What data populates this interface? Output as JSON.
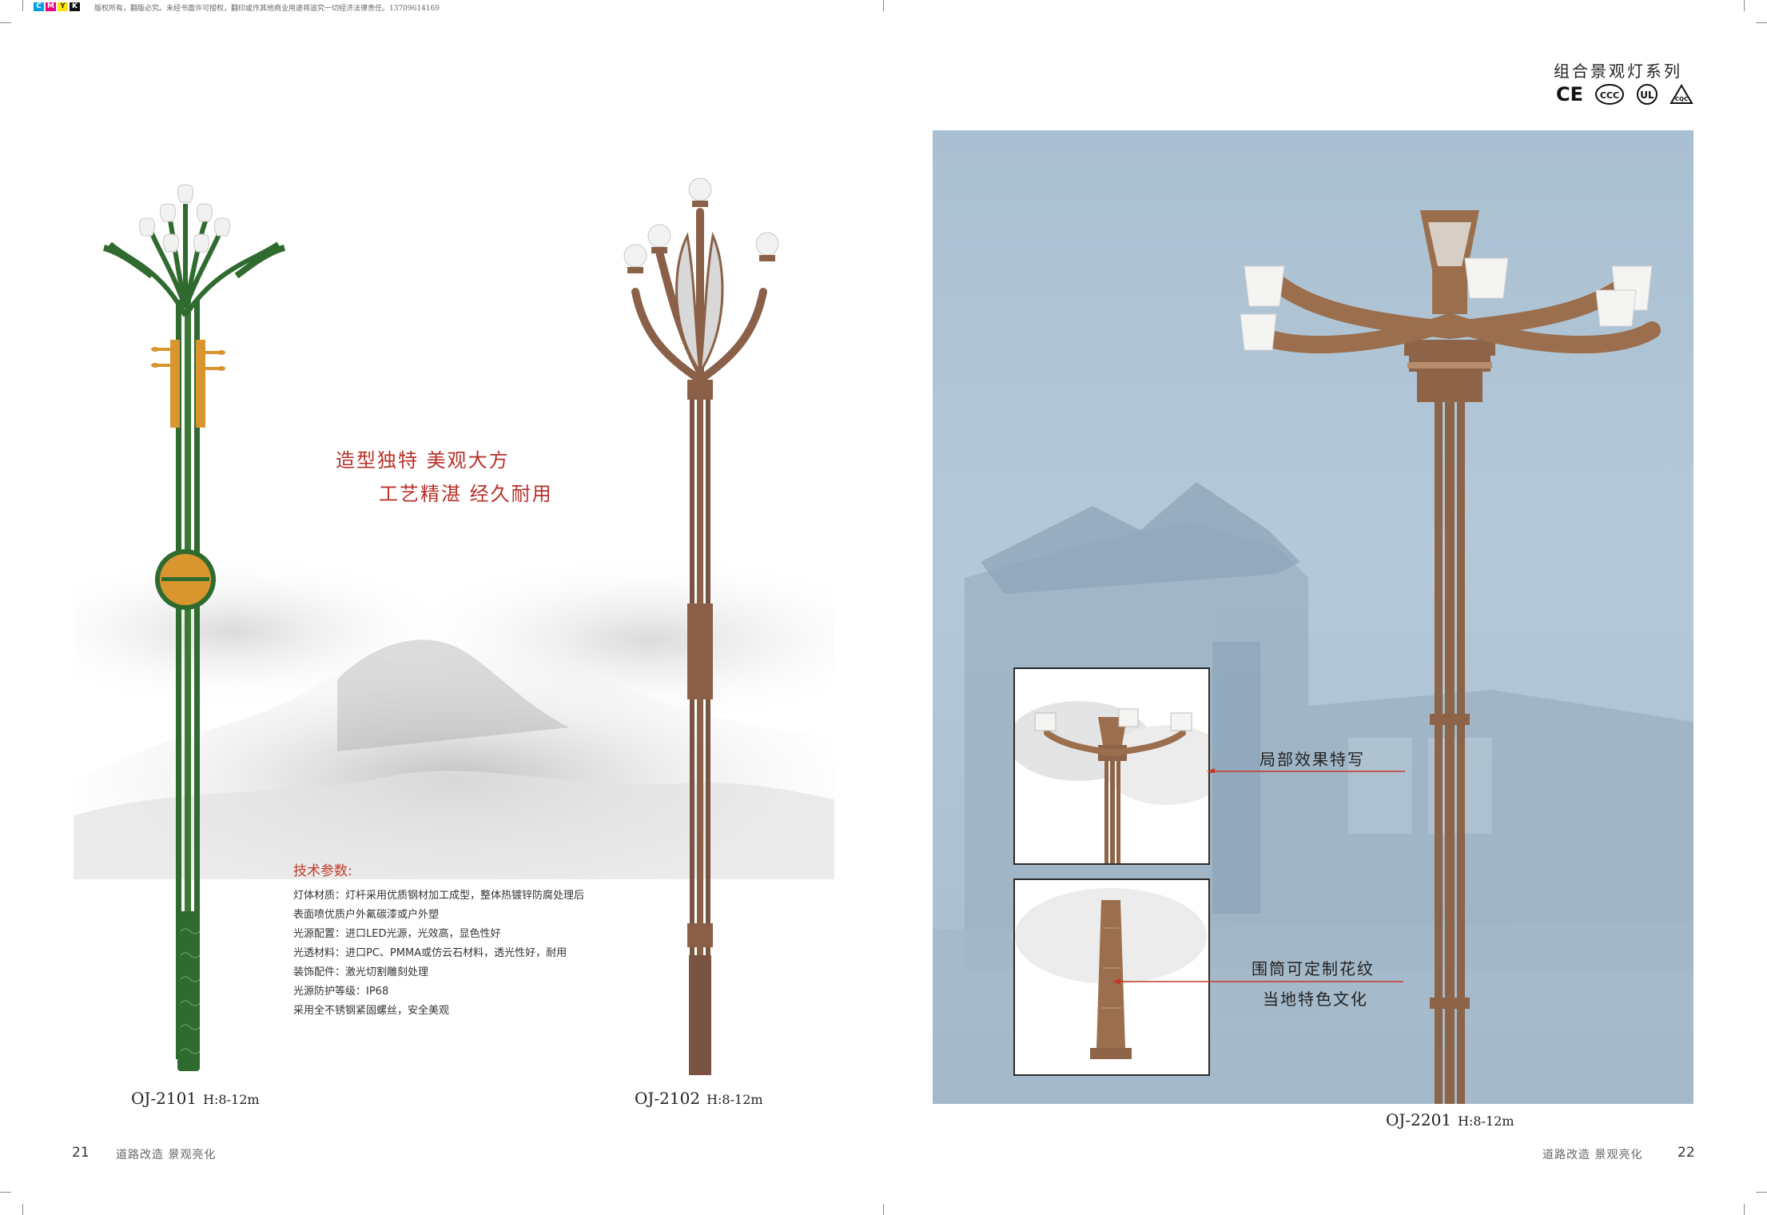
{
  "header": {
    "cmyk": [
      "C",
      "M",
      "Y",
      "K"
    ],
    "copyright": "版权所有，翻版必究。未经书面许可授权，翻印或作其他商业用途将追究一切经济法律责任。13709614169"
  },
  "left_page": {
    "slogan_line1": "造型独特  美观大方",
    "slogan_line2": "工艺精湛  经久耐用",
    "specs": {
      "title": "技术参数:",
      "lines": [
        "灯体材质：灯杆采用优质钢材加工成型，整体热镀锌防腐处理后",
        "表面喷优质户外氟碳漆或户外塑",
        "光源配置：进口LED光源，光效高，显色性好",
        "光透材料：进口PC、PMMA或仿云石材料，透光性好，耐用",
        "装饰配件：激光切割雕刻处理",
        "光源防护等级：IP68",
        "采用全不锈钢紧固螺丝，安全美观"
      ]
    },
    "products": [
      {
        "model": "OJ-2101",
        "height": "H:8-12m"
      },
      {
        "model": "OJ-2102",
        "height": "H:8-12m"
      }
    ],
    "footer": {
      "page_number": "21",
      "caption": "道路改造  景观亮化"
    }
  },
  "right_page": {
    "series_title": "组合景观灯系列",
    "certifications": [
      "CE",
      "CCC",
      "UL",
      "CQC"
    ],
    "product": {
      "model": "OJ-2201",
      "height": "H:8-12m"
    },
    "callouts": {
      "top": "局部效果特写",
      "bottom_line1": "围筒可定制花纹",
      "bottom_line2": "当地特色文化"
    },
    "footer": {
      "page_number": "22",
      "caption": "道路改造  景观亮化"
    }
  },
  "colors": {
    "slogan_red": "#b8302a",
    "pole_green": "#2f6b2f",
    "pole_brown": "#8a6148",
    "background_blue": "#b0c5d5"
  }
}
